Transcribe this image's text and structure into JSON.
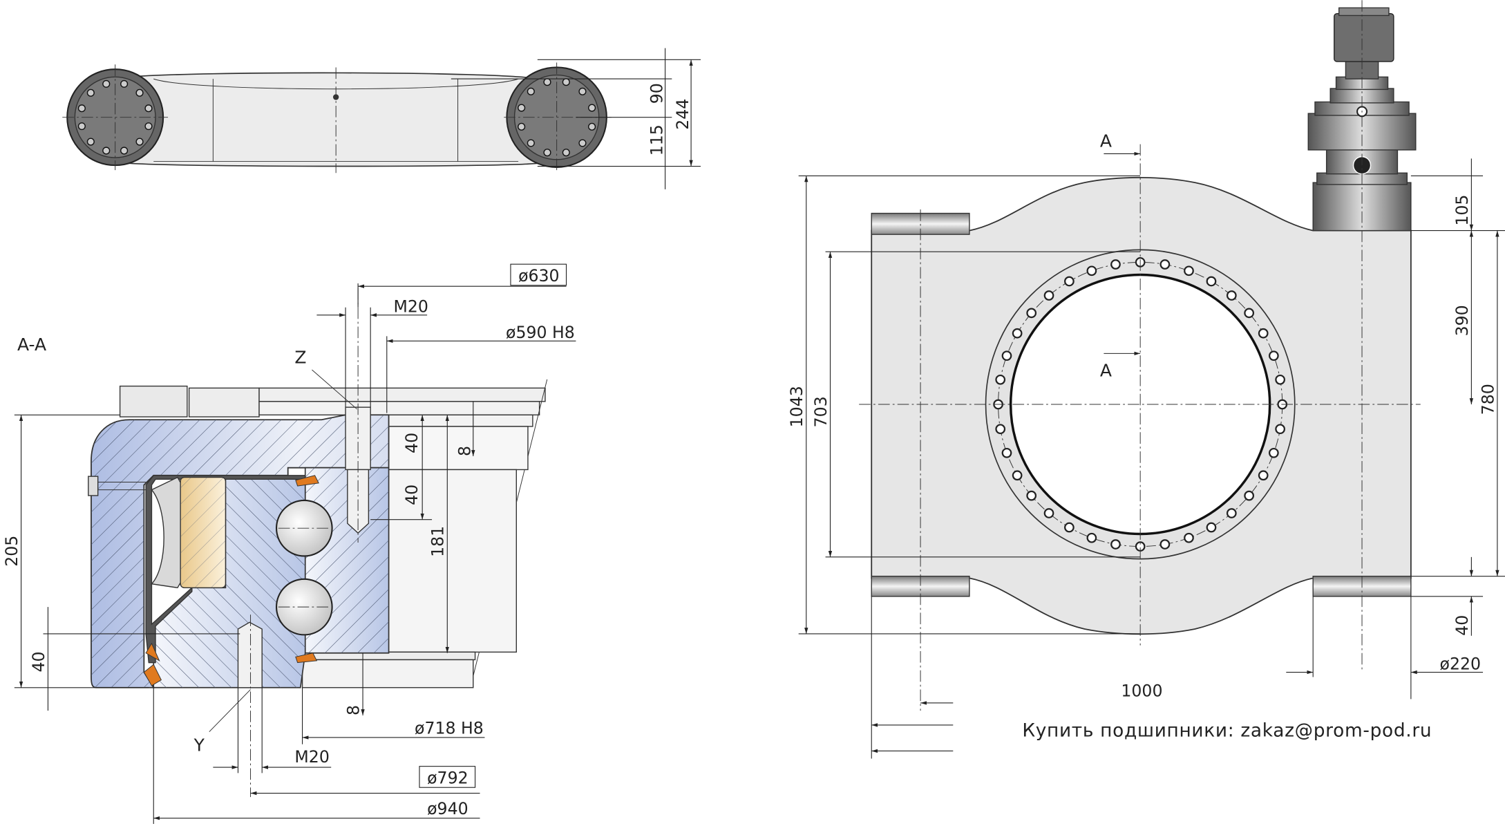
{
  "top_view": {
    "dims": {
      "d90": "90",
      "d115": "115",
      "d244": "244"
    }
  },
  "section": {
    "title": "A-A",
    "labels": {
      "z": "Z",
      "y": "Y"
    },
    "dims": {
      "d630": "ø630",
      "m20_top": "M20",
      "d590": "ø590 H8",
      "h205": "205",
      "h40_left": "40",
      "h40_a": "40",
      "h40_b": "40",
      "h8_top": "8",
      "h181": "181",
      "h8_bottom": "8",
      "d718": "ø718 H8",
      "m20_bottom": "M20",
      "d792": "ø792",
      "d940": "ø940"
    }
  },
  "front_view": {
    "section_marks": {
      "top": "A",
      "bottom": "A"
    },
    "dims": {
      "h1043": "1043",
      "h703": "703",
      "h105": "105",
      "h390": "390",
      "h780": "780",
      "h40": "40",
      "d220": "ø220",
      "w1000": "1000"
    },
    "bolt_hole_count": 36
  },
  "footer_note": "Купить подшипники: zakaz@prom-pod.ru",
  "colors": {
    "housing_blue": "#b9c6e6",
    "body_gray": "#e6e6e6",
    "cage_orange": "#efd7a8",
    "seal_dark": "#555555",
    "seal_orange": "#e07a1f"
  }
}
